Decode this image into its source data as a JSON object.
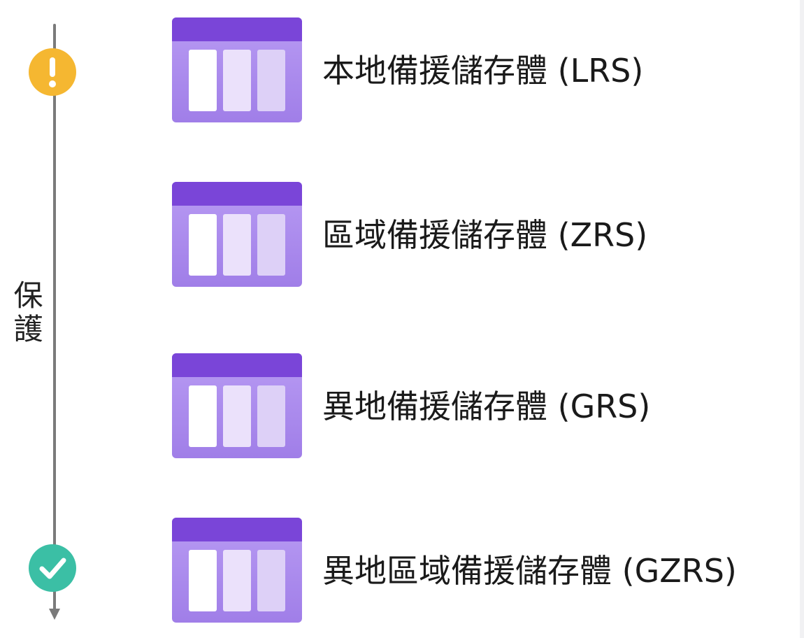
{
  "axis": {
    "label": "保護",
    "line_color": "#7a7a7a"
  },
  "status_icons": {
    "top": {
      "icon": "warning-icon",
      "color": "#f5b731"
    },
    "bottom": {
      "icon": "checkmark-icon",
      "color": "#3bbfa5"
    }
  },
  "options": [
    {
      "icon": "storage-table-icon",
      "label": "本地備援儲存體 (LRS)"
    },
    {
      "icon": "storage-table-icon",
      "label": "區域備援儲存體 (ZRS)"
    },
    {
      "icon": "storage-table-icon",
      "label": "異地備援儲存體 (GRS)"
    },
    {
      "icon": "storage-table-icon",
      "label": "異地區域備援儲存體 (GZRS)"
    }
  ],
  "colors": {
    "table_header": "#7a45d8",
    "table_body": "#a07ee8"
  }
}
